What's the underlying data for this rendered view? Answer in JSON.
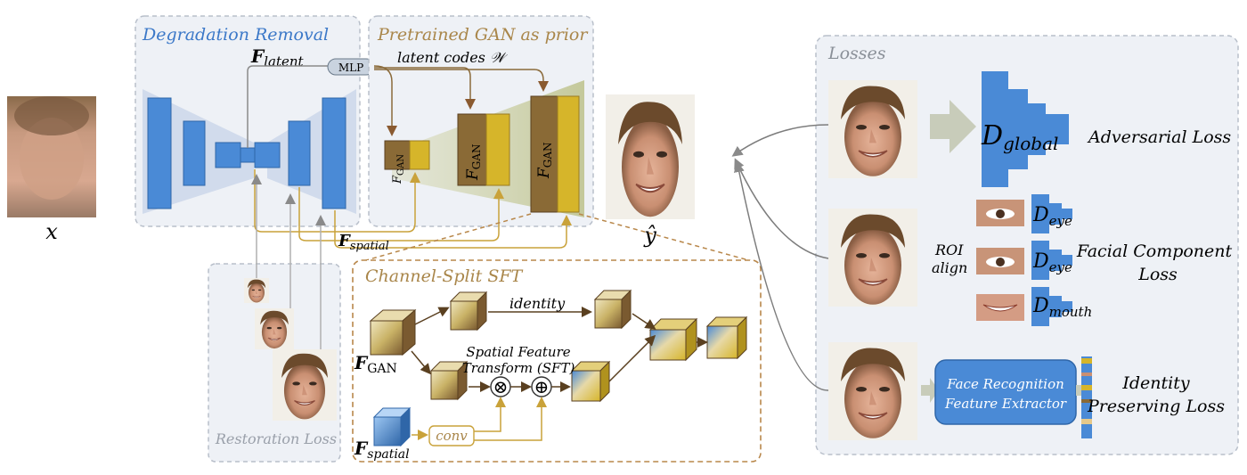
{
  "colors": {
    "encoder_blue": "#4a8ad6",
    "encoder_edge": "#2f66a8",
    "gan_brown": "#8a6a36",
    "gan_yellow": "#d6b52a",
    "panel_fill": "#eef1f6",
    "panel_border": "#b8bfca",
    "gan_title": "#a9864a",
    "degrade_title": "#3b78c8",
    "sft_border": "#b8874a",
    "arrow_gray": "#7d7d7d",
    "arrow_brown": "#9a6a3a",
    "arrow_gold": "#c9a23a"
  },
  "labels": {
    "input_x": "x",
    "output_y": "ŷ",
    "degradation_removal": "Degradation Removal",
    "pretrained_gan": "Pretrained GAN as prior",
    "f_latent_main": "F",
    "f_latent_sub": "latent",
    "mlp": "MLP",
    "latent_codes": "latent codes 𝒲",
    "f_gan_main": "F",
    "f_gan_sub": "GAN",
    "f_spatial_main": "F",
    "f_spatial_sub": "spatial",
    "restoration_loss": "Restoration Loss",
    "channel_split_sft": "Channel-Split SFT",
    "identity": "identity",
    "sft_line1": "Spatial Feature",
    "sft_line2": "Transform (SFT)",
    "conv": "conv",
    "losses": "Losses",
    "d_global_main": "D",
    "d_global_sub": "global",
    "adversarial_loss": "Adversarial Loss",
    "roi_line1": "ROI",
    "roi_line2": "align",
    "d_eye_main": "D",
    "d_eye_sub": "eye",
    "d_mouth_main": "D",
    "d_mouth_sub": "mouth",
    "facial_component_line1": "Facial Component",
    "facial_component_line2": "Loss",
    "face_rec_line1": "Face Recognition",
    "face_rec_line2": "Feature Extractor",
    "identity_loss_line1": "Identity",
    "identity_loss_line2": "Preserving Loss",
    "times_symbol": "⊗",
    "plus_symbol": "⊕"
  }
}
